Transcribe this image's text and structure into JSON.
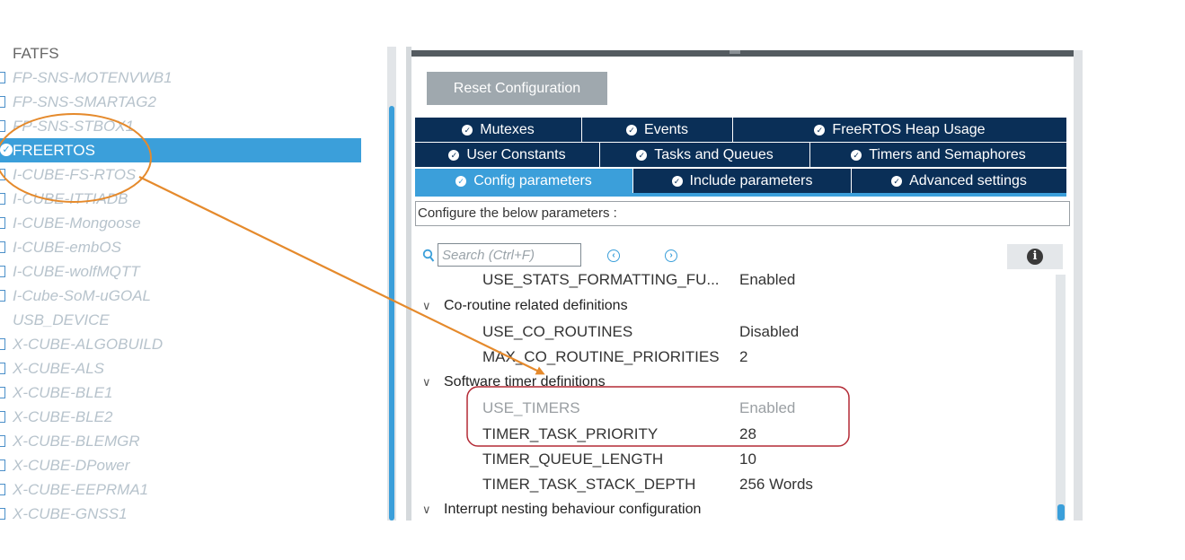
{
  "middleware_list": {
    "items": [
      {
        "label": "FATFS",
        "style": "plain-nomarker"
      },
      {
        "label": "FP-SNS-MOTENVWB1",
        "style": "disabled"
      },
      {
        "label": "FP-SNS-SMARTAG2",
        "style": "disabled"
      },
      {
        "label": "FP-SNS-STBOX1",
        "style": "disabled"
      },
      {
        "label": "FREERTOS",
        "style": "selected"
      },
      {
        "label": "I-CUBE-FS-RTOS",
        "style": "disabled"
      },
      {
        "label": "I-CUBE-ITTIADB",
        "style": "disabled"
      },
      {
        "label": "I-CUBE-Mongoose",
        "style": "disabled"
      },
      {
        "label": "I-CUBE-embOS",
        "style": "disabled"
      },
      {
        "label": "I-CUBE-wolfMQTT",
        "style": "disabled"
      },
      {
        "label": "I-Cube-SoM-uGOAL",
        "style": "disabled"
      },
      {
        "label": "USB_DEVICE",
        "style": "disabled-nomarker"
      },
      {
        "label": "X-CUBE-ALGOBUILD",
        "style": "disabled"
      },
      {
        "label": "X-CUBE-ALS",
        "style": "disabled"
      },
      {
        "label": "X-CUBE-BLE1",
        "style": "disabled"
      },
      {
        "label": "X-CUBE-BLE2",
        "style": "disabled"
      },
      {
        "label": "X-CUBE-BLEMGR",
        "style": "disabled"
      },
      {
        "label": "X-CUBE-DPower",
        "style": "disabled"
      },
      {
        "label": "X-CUBE-EEPRMA1",
        "style": "disabled"
      },
      {
        "label": "X-CUBE-GNSS1",
        "style": "disabled"
      }
    ]
  },
  "toolbar": {
    "reset_label": "Reset Configuration"
  },
  "tabs": {
    "row1": [
      "Mutexes",
      "Events",
      "FreeRTOS Heap Usage"
    ],
    "row2": [
      "User Constants",
      "Tasks and Queues",
      "Timers and Semaphores"
    ],
    "row3": [
      "Config parameters",
      "Include parameters",
      "Advanced settings"
    ],
    "active": "Config parameters"
  },
  "config": {
    "description": "Configure the below parameters :",
    "search_placeholder": "Search (Ctrl+F)"
  },
  "parameters": {
    "stats_formatting": {
      "name": "USE_STATS_FORMATTING_FU...",
      "value": "Enabled"
    },
    "co_routine_group": "Co-routine related definitions",
    "use_co_routines": {
      "name": "USE_CO_ROUTINES",
      "value": "Disabled"
    },
    "max_co_routine_priorities": {
      "name": "MAX_CO_ROUTINE_PRIORITIES",
      "value": "2"
    },
    "software_timer_group": "Software timer definitions",
    "use_timers": {
      "name": "USE_TIMERS",
      "value": "Enabled"
    },
    "timer_task_priority": {
      "name": "TIMER_TASK_PRIORITY",
      "value": "28"
    },
    "timer_queue_length": {
      "name": "TIMER_QUEUE_LENGTH",
      "value": "10"
    },
    "timer_task_stack_depth": {
      "name": "TIMER_TASK_STACK_DEPTH",
      "value": "256 Words"
    },
    "interrupt_group": "Interrupt nesting behaviour configuration"
  },
  "colors": {
    "accent": "#3b9fda",
    "tab_dark": "#0a2f57",
    "annotation": "#e58a2c",
    "highlight_box": "#b32a35"
  },
  "icons": [
    "check-circle-icon",
    "search-icon",
    "chevron-left-icon",
    "chevron-right-icon",
    "info-icon",
    "chevron-down-icon"
  ]
}
